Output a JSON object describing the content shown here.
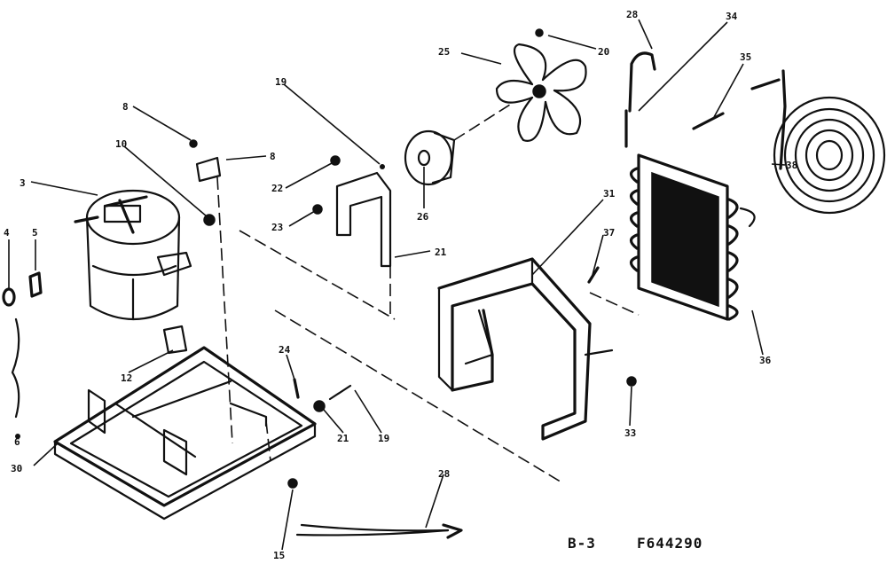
{
  "callouts": [
    {
      "id": "c28a",
      "text": "28"
    },
    {
      "id": "c34",
      "text": "34"
    },
    {
      "id": "c25",
      "text": "25"
    },
    {
      "id": "c20",
      "text": "20"
    },
    {
      "id": "c35",
      "text": "35"
    },
    {
      "id": "c19a",
      "text": "19"
    },
    {
      "id": "c8a",
      "text": "8"
    },
    {
      "id": "c38",
      "text": "38"
    },
    {
      "id": "c10",
      "text": "10"
    },
    {
      "id": "c8b",
      "text": "8"
    },
    {
      "id": "c3",
      "text": "3"
    },
    {
      "id": "c22",
      "text": "22"
    },
    {
      "id": "c26",
      "text": "26"
    },
    {
      "id": "c31",
      "text": "31"
    },
    {
      "id": "c4",
      "text": "4"
    },
    {
      "id": "c5",
      "text": "5"
    },
    {
      "id": "c23",
      "text": "23"
    },
    {
      "id": "c21a",
      "text": "21"
    },
    {
      "id": "c37",
      "text": "37"
    },
    {
      "id": "c36",
      "text": "36"
    },
    {
      "id": "c12",
      "text": "12"
    },
    {
      "id": "c24",
      "text": "24"
    },
    {
      "id": "c21b",
      "text": "21"
    },
    {
      "id": "c19b",
      "text": "19"
    },
    {
      "id": "c33",
      "text": "33"
    },
    {
      "id": "c6",
      "text": "6"
    },
    {
      "id": "c30",
      "text": "30"
    },
    {
      "id": "c28b",
      "text": "28"
    },
    {
      "id": "c15",
      "text": "15"
    }
  ],
  "caption": {
    "section": "B-3",
    "figure_number": "F644290"
  }
}
